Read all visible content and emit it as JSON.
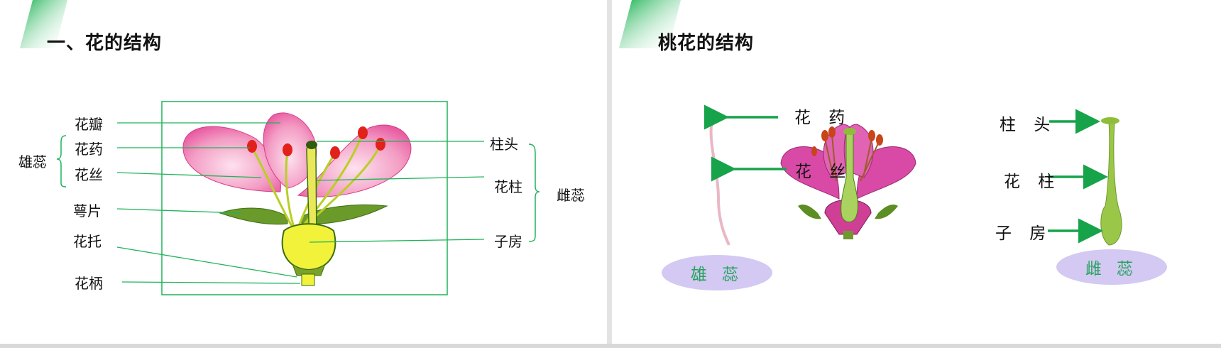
{
  "colors": {
    "accent_green": "#1fb35a",
    "line_green": "#17a34a",
    "petal_pink": "#e64d9a",
    "pill_lavender": "#d3c9f3"
  },
  "left_slide": {
    "title": "一、花的结构",
    "labels": {
      "petal": "花瓣",
      "anther": "花药",
      "filament": "花丝",
      "sepal": "萼片",
      "receptacle": "花托",
      "pedicel": "花柄",
      "stamen": "雄蕊",
      "stigma": "柱头",
      "style": "花柱",
      "ovary": "子房",
      "pistil": "雌蕊"
    }
  },
  "right_slide": {
    "title": "桃花的结构",
    "labels": {
      "anther": "花 药",
      "filament": "花 丝",
      "stigma": "柱 头",
      "style": "花 柱",
      "ovary": "子 房"
    },
    "pills": {
      "stamen": "雄 蕊",
      "pistil": "雌 蕊"
    }
  }
}
